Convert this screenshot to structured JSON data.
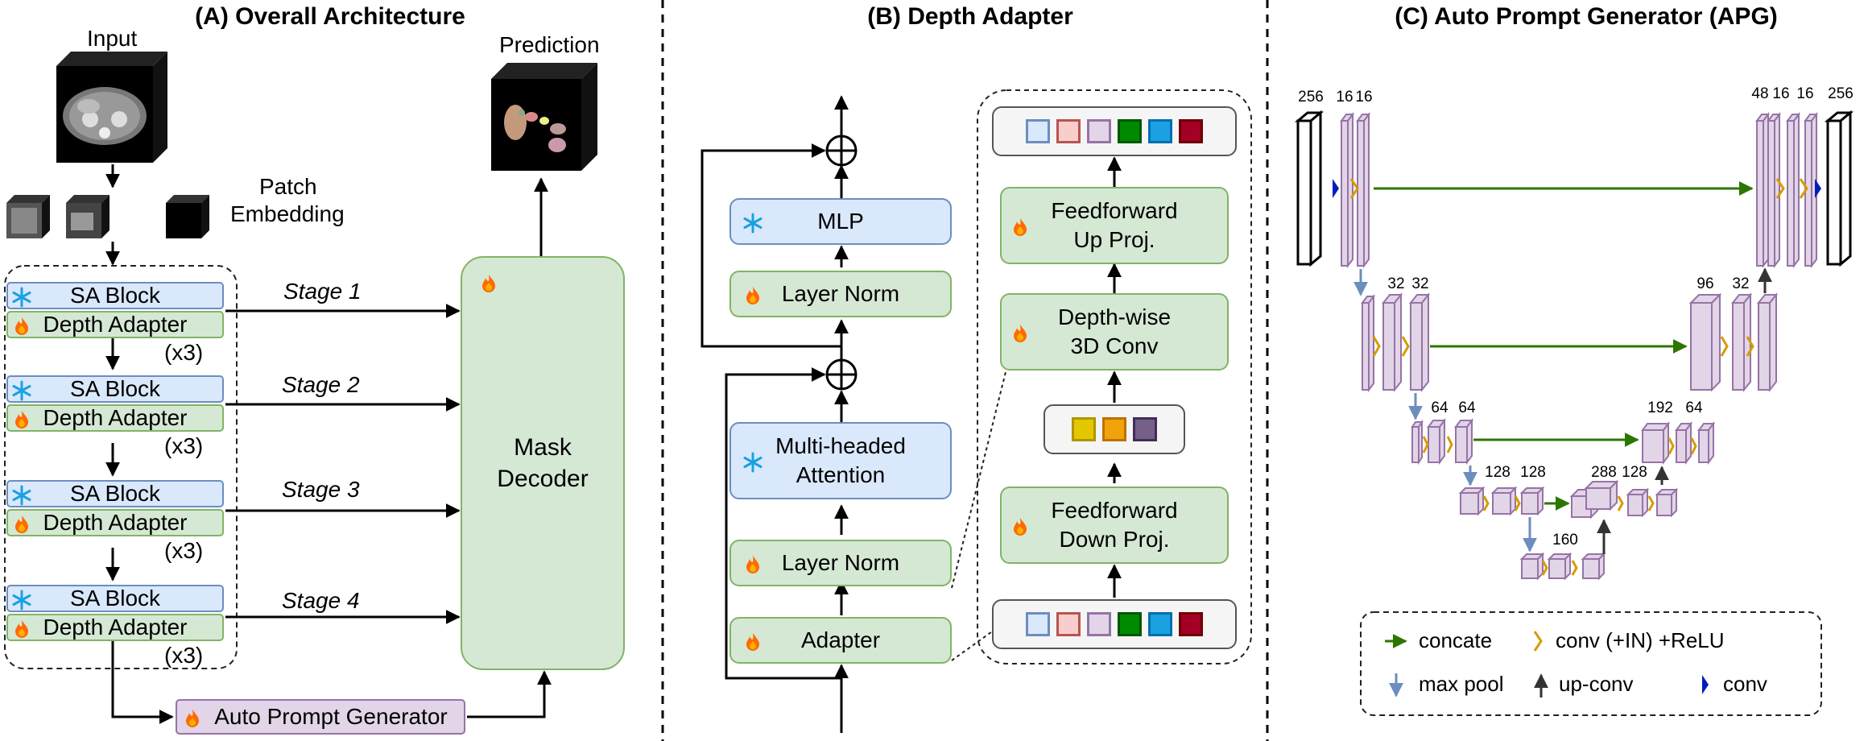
{
  "panels": {
    "a_title": "(A) Overall Architecture",
    "b_title": "(B) Depth Adapter",
    "c_title": "(C) Auto Prompt Generator (APG)"
  },
  "panel_a": {
    "input": "Input",
    "prediction": "Prediction",
    "patch_embedding_line1": "Patch",
    "patch_embedding_line2": "Embedding",
    "sa_block": "SA Block",
    "depth_adapter": "Depth Adapter",
    "repeat": "(x3)",
    "stages": [
      "Stage 1",
      "Stage 2",
      "Stage 3",
      "Stage 4"
    ],
    "decoder_line1": "Mask",
    "decoder_line2": "Decoder",
    "apg": "Auto Prompt Generator"
  },
  "panel_b": {
    "mlp": "MLP",
    "layer_norm": "Layer Norm",
    "attention_line1": "Multi-headed",
    "attention_line2": "Attention",
    "adapter": "Adapter",
    "ff_up_line1": "Feedforward",
    "ff_up_line2": "Up Proj.",
    "dw_conv_line1": "Depth-wise",
    "dw_conv_line2": "3D Conv",
    "ff_down_line1": "Feedforward",
    "ff_down_line2": "Down Proj.",
    "token_colors": [
      "#dae8fc",
      "#f8cecc",
      "#e1d5e7",
      "#008a00",
      "#1ba1e2",
      "#a20025"
    ],
    "token_borders": [
      "#6c8ebf",
      "#b85450",
      "#9673a6",
      "#005700",
      "#006eaf",
      "#6f0000"
    ],
    "mid_colors": [
      "#e3c800",
      "#f0a30a",
      "#76608a"
    ],
    "mid_borders": [
      "#b09500",
      "#bd7000",
      "#432d57"
    ]
  },
  "panel_c": {
    "channels": {
      "l1_left": [
        "256",
        "16",
        "16"
      ],
      "l2_left": [
        "32",
        "32"
      ],
      "l3_left": [
        "64",
        "64"
      ],
      "l4_left": [
        "128",
        "128"
      ],
      "l5": "160",
      "l4_right": [
        "288",
        "128"
      ],
      "l3_right": [
        "192",
        "64"
      ],
      "l2_right": [
        "96",
        "32"
      ],
      "l1_right": [
        "48",
        "16",
        "16",
        "256"
      ]
    },
    "legend": {
      "concate": "concate",
      "conv_in_relu": "conv (+IN) +ReLU",
      "max_pool": "max pool",
      "up_conv": "up-conv",
      "conv": "conv"
    }
  },
  "colors": {
    "fire": "#ff6a00",
    "snow": "#1ba1e2",
    "concat_arrow": "#2d7600",
    "pool_arrow": "#6c8ebf",
    "upconv_arrow": "#333333",
    "conv_in_relu": "#d79b00",
    "conv_marker": "#001dbc"
  },
  "icons": [
    "fire-icon",
    "snowflake-icon"
  ]
}
